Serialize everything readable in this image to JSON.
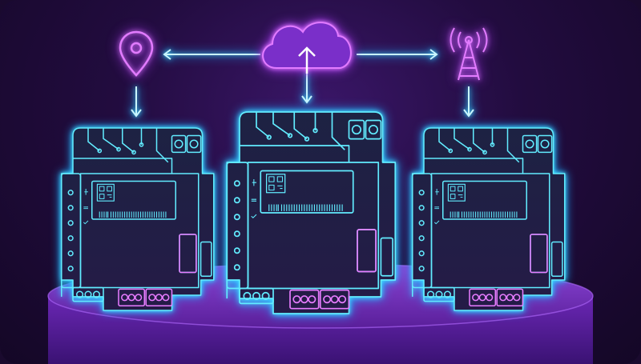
{
  "scene": {
    "icons": [
      "location-pin-icon",
      "cloud-upload-icon",
      "radio-tower-icon"
    ],
    "devices": [
      {
        "id": "left",
        "label": "controller"
      },
      {
        "id": "center",
        "label": "controller"
      },
      {
        "id": "right",
        "label": "controller"
      }
    ],
    "colors": {
      "background": "#1a0a2e",
      "neon_cyan": "#5ee9ff",
      "neon_purple": "#c15cff",
      "platform": "#6a2bb0"
    }
  }
}
